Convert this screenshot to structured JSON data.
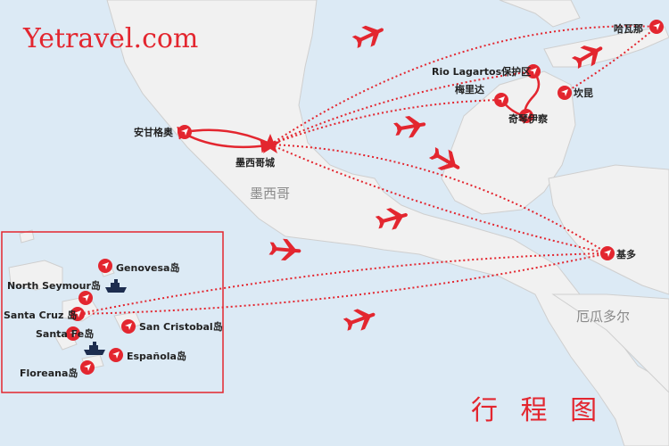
{
  "brand": "Yetravel.com",
  "map_title": "行 程 图",
  "countries": {
    "mexico": "墨西哥",
    "ecuador": "厄瓜多尔"
  },
  "cities": {
    "guanajuato": "安甘格奥",
    "mexico_city": "墨西哥城",
    "rio_lagartos": "Rio Lagartos保护区",
    "merida": "梅里达",
    "chichen_itza": "奇琴伊察",
    "cancun": "坎昆",
    "havana": "哈瓦那",
    "quito": "基多"
  },
  "islands": {
    "genovesa": "Genovesa岛",
    "north_seymour": "North Seymour岛",
    "santa_cruz": "Santa Cruz 岛",
    "san_cristobal": "San Cristobal岛",
    "santa_fe": "Santa Fe岛",
    "espanola": "Española岛",
    "floreana": "Floreana岛"
  },
  "colors": {
    "accent": "#e3262f",
    "sea": "#dceaf5",
    "land": "#f1f1f1",
    "ship": "#1d2d4f"
  }
}
